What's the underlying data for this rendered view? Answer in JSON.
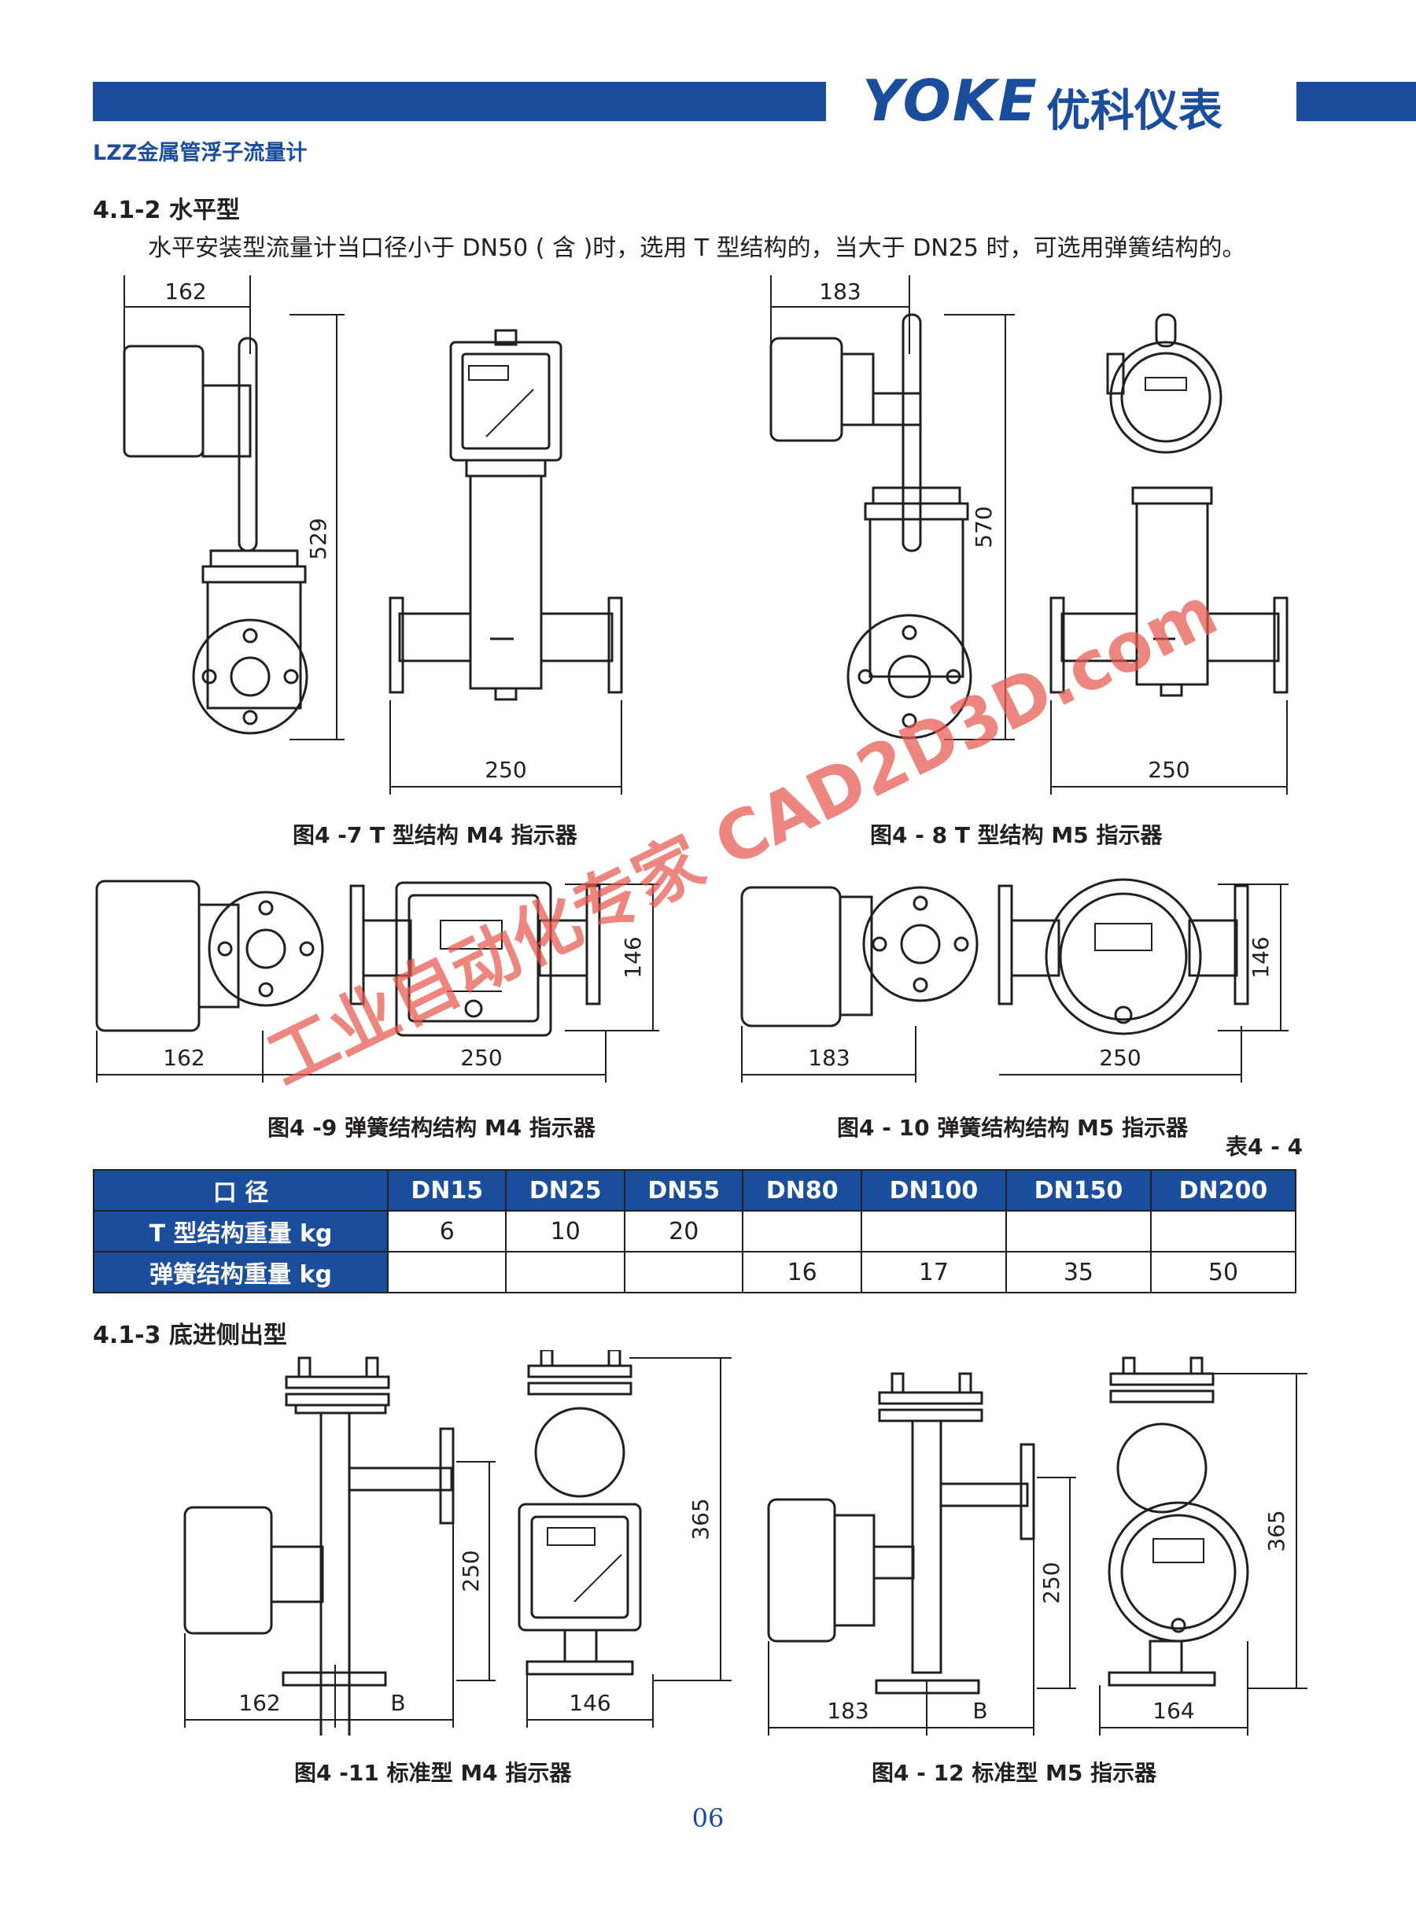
{
  "header": {
    "brand": "YOKE",
    "brand_cn": "优科仪表",
    "product": "LZZ金属管浮子流量计"
  },
  "section1": {
    "title": "4.1-2  水平型",
    "text": "水平安装型流量计当口径小于 DN50 ( 含 )时，选用 T 型结构的，当大于 DN25 时，可选用弹簧结构的。"
  },
  "figures": {
    "f7": {
      "caption": "图4 -7   T 型结构 M4 指示器",
      "dim_top": "162",
      "dim_height": "529",
      "dim_width": "250"
    },
    "f8": {
      "caption": "图4 - 8   T 型结构 M5 指示器",
      "dim_top": "183",
      "dim_height": "570",
      "dim_width": "250"
    },
    "f9": {
      "caption": "图4 -9   弹簧结构结构 M4 指示器",
      "dim_a": "162",
      "dim_b": "250",
      "dim_h": "146"
    },
    "f10": {
      "caption": "图4 - 10   弹簧结构结构 M5 指示器",
      "dim_a": "183",
      "dim_b": "250",
      "dim_h": "146"
    },
    "f11": {
      "caption": "图4 -11   标准型 M4 指示器",
      "dim_a": "162",
      "dim_b": "B",
      "dim_c": "146",
      "dim_h1": "250",
      "dim_h2": "365"
    },
    "f12": {
      "caption": "图4 - 12   标准型 M5 指示器",
      "dim_a": "183",
      "dim_b": "B",
      "dim_c": "164",
      "dim_h1": "250",
      "dim_h2": "365"
    }
  },
  "table": {
    "label": "表4 - 4",
    "headers": [
      "口    径",
      "DN15",
      "DN25",
      "DN55",
      "DN80",
      "DN100",
      "DN150",
      "DN200"
    ],
    "rows": [
      [
        "T 型结构重量 kg",
        "6",
        "10",
        "20",
        "",
        "",
        "",
        ""
      ],
      [
        "弹簧结构重量 kg",
        "",
        "",
        "",
        "16",
        "17",
        "35",
        "50"
      ]
    ]
  },
  "section2": {
    "title": "4.1-3  底进侧出型"
  },
  "watermark": "工业自动化专家 CAD2D3D.com",
  "page_number": "06",
  "colors": {
    "brand_blue": "#1a4d9c",
    "watermark": "#e8584f"
  }
}
